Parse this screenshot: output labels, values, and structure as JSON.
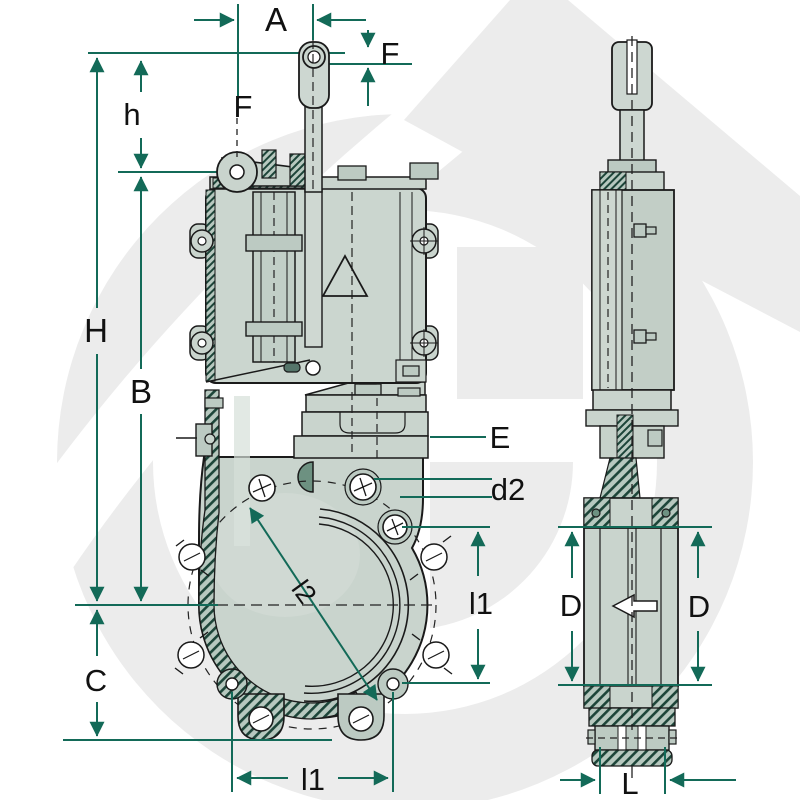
{
  "meta": {
    "type": "technical-dimensional-drawing",
    "subject": "Knife gate valve, sectional front view and side view with dimension annotations",
    "views": {
      "front": "front sectional view",
      "side": "side sectional view"
    }
  },
  "colors": {
    "dimension_accent": "#136a58",
    "outline": "#1a1a1a",
    "body_fill": "#c9d4cd",
    "body_fill_dark": "#bccac2",
    "hatch_dark": "#1d4539",
    "port_green": "#6d9181",
    "watermark_gray": "#ececec"
  },
  "labels": {
    "a": "A",
    "f": "F",
    "h": "h",
    "h_total": "H",
    "b": "B",
    "e": "E",
    "d2": "d2",
    "l1": "l1",
    "l2": "l2",
    "c": "C",
    "d": "D",
    "l": "L"
  }
}
